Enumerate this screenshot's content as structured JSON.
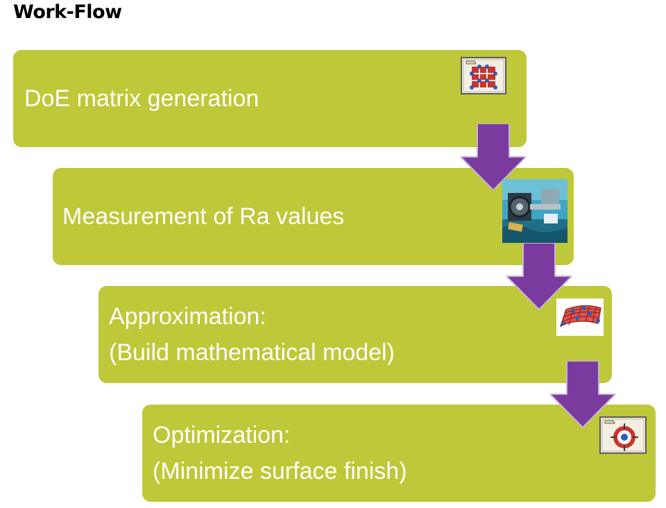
{
  "title": "Work-Flow",
  "colors": {
    "step_fill": "#bec839",
    "step_text": "#ffffff",
    "arrow_fill": "#7a3b9e"
  },
  "steps": [
    {
      "lines": [
        "DoE matrix generation"
      ],
      "icon": "doe-matrix-icon"
    },
    {
      "lines": [
        "Measurement of Ra values"
      ],
      "icon": "lathe-machine-photo"
    },
    {
      "lines": [
        "Approximation:",
        "(Build mathematical model)"
      ],
      "icon": "surface-mesh-icon"
    },
    {
      "lines": [
        "Optimization:",
        "(Minimize surface finish)"
      ],
      "icon": "target-optimization-icon"
    }
  ]
}
